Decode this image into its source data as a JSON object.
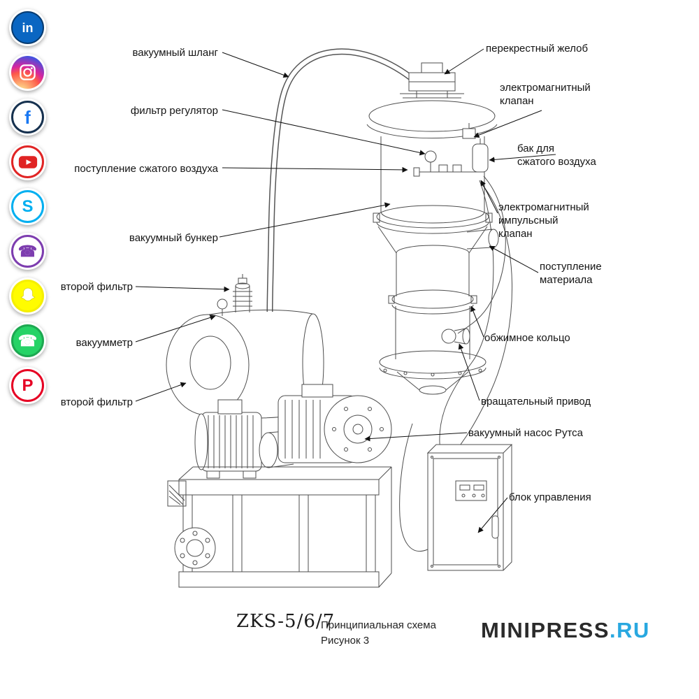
{
  "social": {
    "items": [
      {
        "name": "linkedin",
        "glyph": "in",
        "color": "#0a66c2"
      },
      {
        "name": "instagram",
        "glyph": "",
        "color": "#d6249f"
      },
      {
        "name": "facebook",
        "glyph": "f",
        "color": "#1877f2"
      },
      {
        "name": "youtube",
        "glyph": "",
        "color": "#e02424"
      },
      {
        "name": "skype",
        "glyph": "S",
        "color": "#00aff0"
      },
      {
        "name": "viber",
        "glyph": "☎",
        "color": "#7d3daf"
      },
      {
        "name": "snapchat",
        "glyph": "",
        "color": "#fffc00"
      },
      {
        "name": "whatsapp",
        "glyph": "☎",
        "color": "#25d366"
      },
      {
        "name": "pinterest",
        "glyph": "P",
        "color": "#e60023"
      }
    ]
  },
  "labels": {
    "left": [
      {
        "text": "вакуумный шланг"
      },
      {
        "text": "фильтр регулятор"
      },
      {
        "text": "поступление сжатого воздуха"
      },
      {
        "text": "вакуумный бункер"
      },
      {
        "text": "второй фильтр"
      },
      {
        "text": "вакуумметр"
      },
      {
        "text": "второй фильтр"
      }
    ],
    "right": [
      {
        "line1": "перекрестный желоб"
      },
      {
        "line1": "электромагнитный",
        "line2": "клапан"
      },
      {
        "line1": "бак для",
        "line2": "сжатого воздуха"
      },
      {
        "line1": "электромагнитный",
        "line2": "импульсный",
        "line3": "клапан"
      },
      {
        "line1": "поступление",
        "line2": "материала"
      },
      {
        "line1": "обжимное кольцо"
      },
      {
        "line1": "вращательный привод"
      },
      {
        "line1": "вакуумный насос Рутса"
      },
      {
        "line1": "блок управления"
      }
    ]
  },
  "caption": {
    "model": "ZKS-5/6/7",
    "title": "Принципиальная схема",
    "figure": "Рисунок 3"
  },
  "brand": {
    "name": "MINIPRESS",
    "tld": ".RU",
    "tld_color": "#29a8e0"
  }
}
